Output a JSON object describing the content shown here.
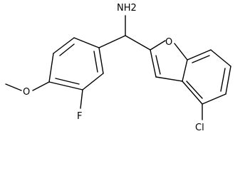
{
  "molecule": {
    "labels": {
      "amine": "NH2",
      "furan_oxygen": "O",
      "chlorine": "Cl",
      "fluorine": "F",
      "methoxy_oxygen": "O"
    }
  }
}
